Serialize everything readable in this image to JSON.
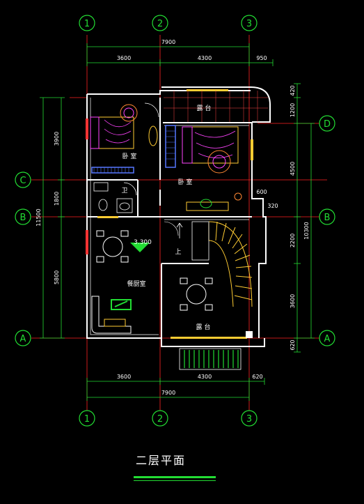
{
  "axes": {
    "numbered": [
      "1",
      "2",
      "3"
    ],
    "lettered": [
      "A",
      "B",
      "C",
      "D"
    ]
  },
  "dimensions": {
    "top_total": "7900",
    "top_bays": [
      "3600",
      "4300",
      "950"
    ],
    "bottom_bays": [
      "3600",
      "4300",
      "620"
    ],
    "bottom_total": "7900",
    "left_segments": [
      "3900",
      "1800",
      "5800"
    ],
    "left_total": "11500",
    "right_segments": [
      "420",
      "1200",
      "4500",
      "600",
      "320",
      "2200",
      "3600",
      "620"
    ],
    "right_total": "10300"
  },
  "rooms": {
    "bedroom_left": "卧 室",
    "bedroom_right": "卧 室",
    "bathroom": "卫",
    "balcony_top": "露 台",
    "dining": "餐厨室",
    "terrace": "露 台",
    "stair_up": "上"
  },
  "level_mark": "3.300",
  "title": "二层平面",
  "colors": {
    "background": "#000000",
    "axis_lines": "#ff2222",
    "bubbles": "#22dd33",
    "walls": "#ffffff",
    "dimension_lines": "#22dd33",
    "furniture": "#ffcc33",
    "accent_magenta": "#ff44ff",
    "accent_blue": "#5577ff"
  }
}
